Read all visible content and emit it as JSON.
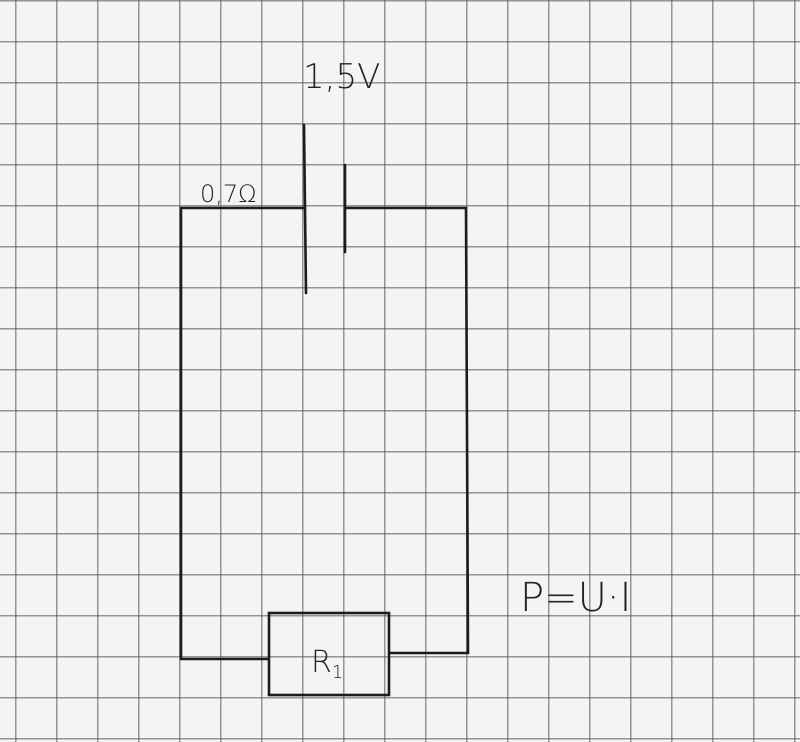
{
  "diagram": {
    "battery_voltage": "1,5V",
    "internal_resistance": "0,7Ω",
    "resistor_label": "R",
    "resistor_subscript": "1",
    "formula": "P=U·I"
  },
  "colors": {
    "ink": "#1c1c1c",
    "paper": "#f5f4f2",
    "grid": "#8a8a8a"
  }
}
